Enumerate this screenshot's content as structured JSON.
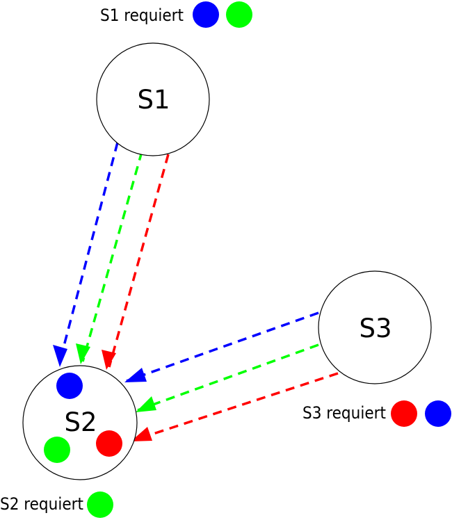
{
  "colors": {
    "blue": "#0000ff",
    "green": "#00ff00",
    "red": "#ff0000"
  },
  "nodes": {
    "s1": {
      "label": "S1"
    },
    "s2": {
      "label": "S2",
      "tokens": [
        "blue",
        "green",
        "red"
      ]
    },
    "s3": {
      "label": "S3"
    }
  },
  "requirements": {
    "s1": {
      "text": "S1 requiert",
      "tokens": [
        "blue",
        "green"
      ]
    },
    "s2": {
      "text": "S2 requiert",
      "tokens": [
        "green"
      ]
    },
    "s3": {
      "text": "S3 requiert",
      "tokens": [
        "red",
        "blue"
      ]
    }
  },
  "edges": [
    {
      "from": "S1",
      "to": "S2",
      "color": "blue"
    },
    {
      "from": "S1",
      "to": "S2",
      "color": "green"
    },
    {
      "from": "S1",
      "to": "S2",
      "color": "red"
    },
    {
      "from": "S3",
      "to": "S2",
      "color": "blue"
    },
    {
      "from": "S3",
      "to": "S2",
      "color": "green"
    },
    {
      "from": "S3",
      "to": "S2",
      "color": "red"
    }
  ]
}
